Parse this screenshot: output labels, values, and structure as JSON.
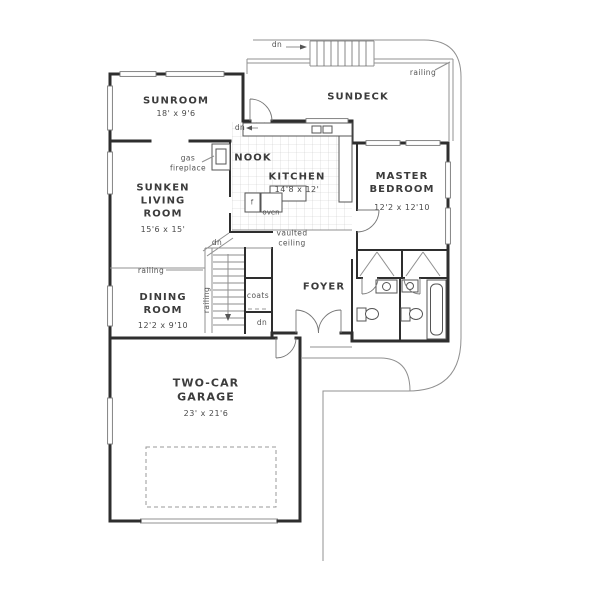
{
  "drawing": {
    "type": "architectural floor plan, main level",
    "colors": {
      "background": "#ffffff",
      "wall": "#2e2e2e",
      "thin_line": "#909090",
      "text": "#3c3c3c"
    }
  },
  "rooms": {
    "sunroom": {
      "name": "SUNROOM",
      "dims": "18' x 9'6"
    },
    "sundeck": {
      "name": "SUNDECK"
    },
    "nook": {
      "name": "NOOK"
    },
    "kitchen": {
      "name": "KITCHEN",
      "dims": "14'8 x 12'"
    },
    "living": {
      "name": "SUNKEN\nLIVING\nROOM",
      "dims": "15'6 x 15'"
    },
    "master": {
      "name": "MASTER\nBEDROOM",
      "dims": "12'2 x 12'10"
    },
    "dining": {
      "name": "DINING\nROOM",
      "dims": "12'2 x 9'10"
    },
    "foyer": {
      "name": "FOYER"
    },
    "garage": {
      "name": "TWO-CAR\nGARAGE",
      "dims": "23' x 21'6"
    }
  },
  "annotations": {
    "gas_fireplace": "gas\nfireplace",
    "vaulted_ceiling": "vaulted\nceiling",
    "coats": "coats",
    "oven": "oven",
    "fridge": "f",
    "down": "dn",
    "railing": "railing"
  }
}
